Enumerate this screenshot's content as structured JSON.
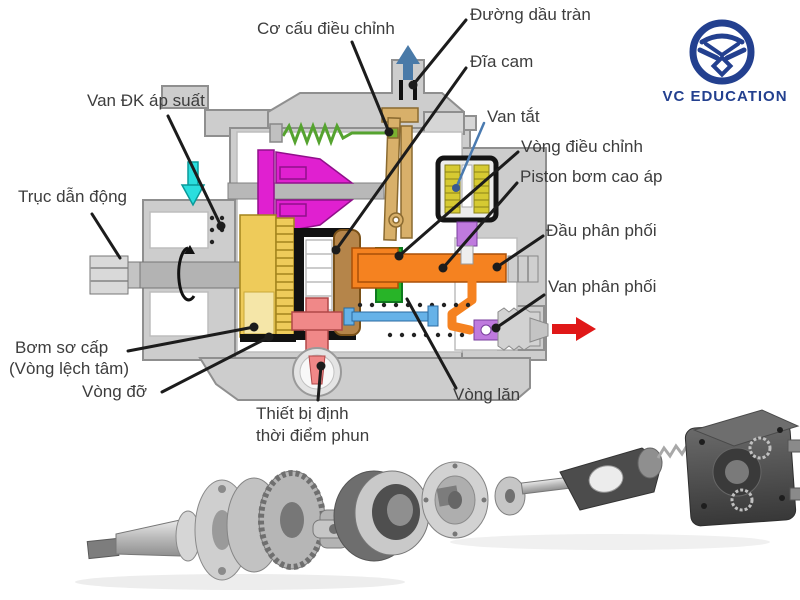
{
  "logo": {
    "text": "VC EDUCATION",
    "color": "#23408f"
  },
  "labels": {
    "governor": "Cơ cấu điều chỉnh",
    "overflow_line": "Đường dầu tràn",
    "cam_disc": "Đĩa cam",
    "shutoff_valve": "Van tắt",
    "control_ring": "Vòng điều chỉnh",
    "hp_piston": "Piston bơm cao áp",
    "pressure_valve": "Van ĐK áp suất",
    "drive_shaft": "Trục dẫn động",
    "distributor_head": "Đầu phân phối",
    "delivery_valve": "Van phân phối",
    "feed_pump": "Bơm sơ cấp",
    "feed_pump_sub": "(Vòng lệch tâm)",
    "support_ring": "Vòng đỡ",
    "timing_device_line1": "Thiết bị định",
    "timing_device_line2": "thời điểm phun",
    "roller_ring": "Vòng lăn"
  },
  "icons": {
    "overflow_arrow": "up-arrow",
    "inlet_arrow": "down-arrow",
    "outlet_arrow": "right-arrow",
    "rotation_arrow": "rotation-arc",
    "logo_mark": "bird-in-circle"
  },
  "colors": {
    "label_text": "#3d3d3d",
    "leader_line": "#1c1c1c",
    "shutoff_leader_line": "#4a7ab0",
    "housing": "#cdcdcd",
    "flyweights": "#e020d0",
    "governor_spring": "#55a32f",
    "governor_lever": "#d8b06a",
    "feed_pump_gear": "#eecb5a",
    "cam_disc": "#b5854a",
    "piston": "#f58220",
    "control_ring": "#28b428",
    "solenoid_coil": "#d6ca32",
    "solenoid_plunger": "#bf7ade",
    "timing_device": "#f08888",
    "adjust_screw": "#66b2e8",
    "inlet_arrow": "#2adede",
    "overflow_arrow": "#4a7aa8",
    "outlet_arrow": "#e01818",
    "logo": "#23408f"
  }
}
